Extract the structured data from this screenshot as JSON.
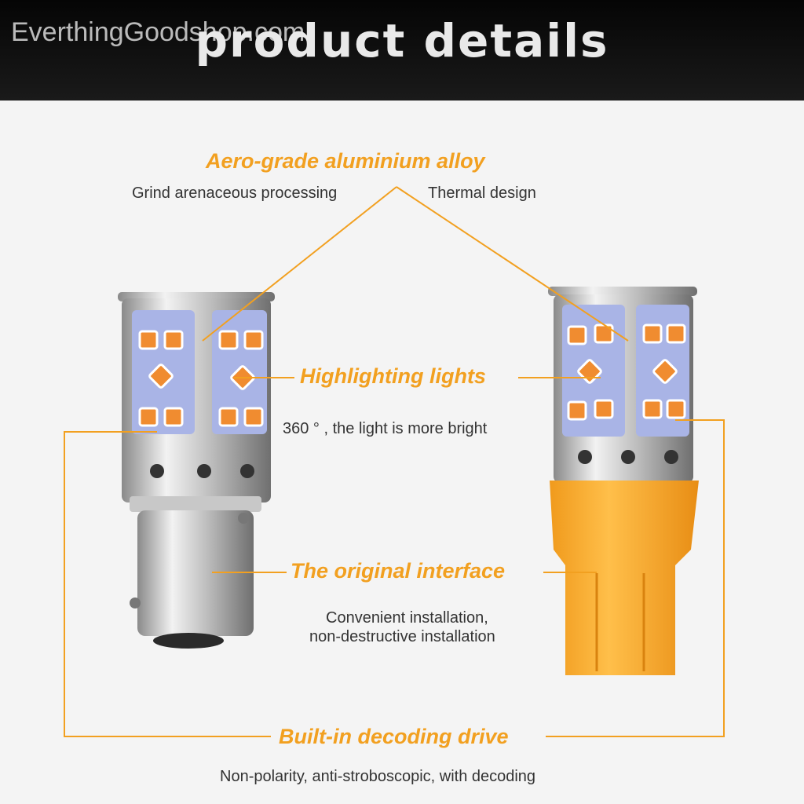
{
  "header": {
    "title": "product details",
    "watermark": "EverthingGoodshop.com"
  },
  "features": {
    "alloy": {
      "title": "Aero-grade aluminium alloy",
      "left_note": "Grind arenaceous processing",
      "right_note": "Thermal design"
    },
    "lights": {
      "title": "Highlighting lights",
      "note": "360 °  , the light is more bright"
    },
    "interface": {
      "title": "The original interface",
      "note_line1": "Convenient installation,",
      "note_line2": "non-destructive installation"
    },
    "decoding": {
      "title": "Built-in decoding drive",
      "note": "Non-polarity, anti-stroboscopic, with decoding"
    }
  },
  "colors": {
    "accent": "#f2a020",
    "header_bg": "#0d0d0d",
    "led_panel": "#a9b4e6",
    "led_chip": "#f08c30",
    "socket": "#f5a623"
  },
  "products": [
    "ba15s-bulb-image",
    "t20-bulb-image"
  ]
}
